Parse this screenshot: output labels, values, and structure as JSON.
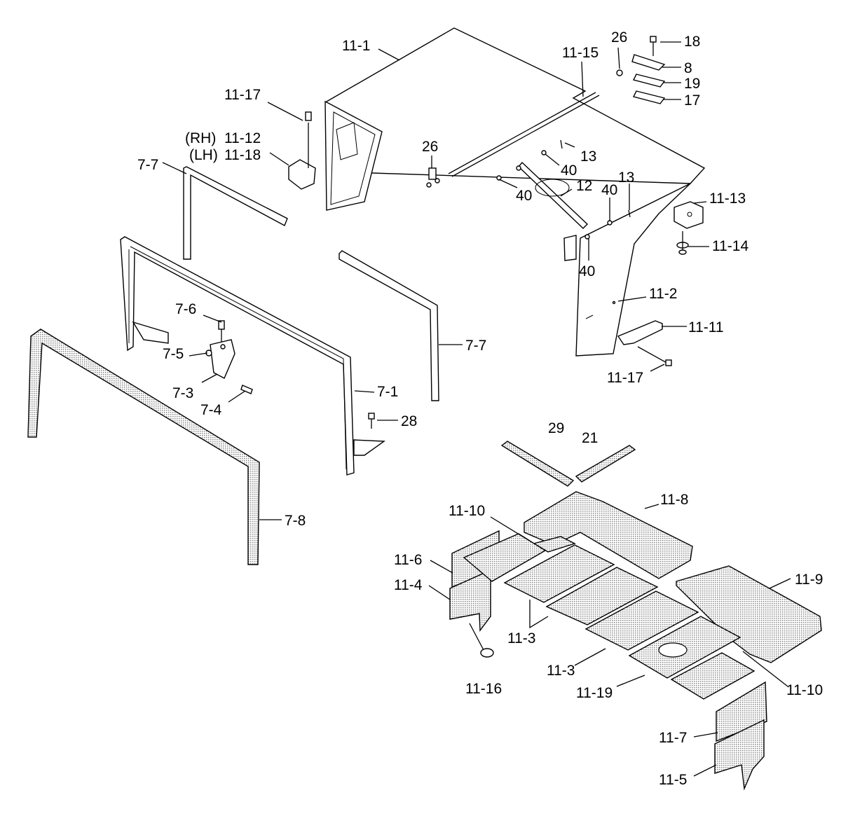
{
  "colors": {
    "line": "#000000",
    "background": "#ffffff",
    "pad_fill": "#c8c8c8"
  },
  "callouts": {
    "c_11_1": "11-1",
    "c_26_top": "26",
    "c_18": "18",
    "c_11_15": "11-15",
    "c_8": "8",
    "c_19": "19",
    "c_17": "17",
    "c_11_17_top": "11-17",
    "c_rh": "(RH)",
    "c_11_12": "11-12",
    "c_lh": "(LH)",
    "c_11_18": "11-18",
    "c_26_mid": "26",
    "c_13_a": "13",
    "c_40_a": "40",
    "c_12": "12",
    "c_40_b": "40",
    "c_40_c": "40",
    "c_13_b": "13",
    "c_11_13": "11-13",
    "c_11_14": "11-14",
    "c_40_d": "40",
    "c_7_7_left": "7-7",
    "c_11_2": "11-2",
    "c_7_6": "7-6",
    "c_11_11": "11-11",
    "c_7_7_right": "7-7",
    "c_7_5": "7-5",
    "c_11_17_bottom": "11-17",
    "c_7_3": "7-3",
    "c_7_1": "7-1",
    "c_7_4": "7-4",
    "c_28": "28",
    "c_29": "29",
    "c_21": "21",
    "c_7_8": "7-8",
    "c_11_10_top": "11-10",
    "c_11_8": "11-8",
    "c_11_6": "11-6",
    "c_11_9": "11-9",
    "c_11_4": "11-4",
    "c_11_3_a": "11-3",
    "c_11_3_b": "11-3",
    "c_11_16": "11-16",
    "c_11_19": "11-19",
    "c_11_10_bottom": "11-10",
    "c_11_7": "11-7",
    "c_11_5": "11-5"
  }
}
